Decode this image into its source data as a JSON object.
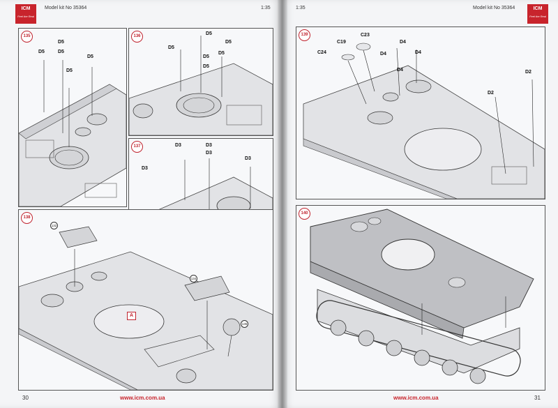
{
  "header": {
    "left_kit": "Model kit No 35364",
    "left_scale": "1:35",
    "right_scale": "1:35",
    "right_kit": "Model kit No 35364",
    "logo_text": "ICM",
    "logo_tagline": "Feel the Real"
  },
  "steps": {
    "s135": {
      "number": "135",
      "labels": [
        "D5",
        "D5",
        "D5",
        "D5",
        "D5"
      ]
    },
    "s136": {
      "number": "136",
      "labels": [
        "D5",
        "D5",
        "D5",
        "D5",
        "D5",
        "D5"
      ]
    },
    "s137": {
      "number": "137",
      "labels": [
        "D3",
        "D3",
        "D3",
        "D3",
        "D3"
      ]
    },
    "s138": {
      "number": "138",
      "callouts": [
        "132",
        "134",
        "135"
      ],
      "marker": "A"
    },
    "s139": {
      "number": "139",
      "labels": [
        "C23",
        "C19",
        "C24",
        "D4",
        "D4",
        "D4",
        "D4",
        "D2",
        "D2"
      ]
    },
    "s140": {
      "number": "140"
    }
  },
  "footer": {
    "left_url": "www.icm.com.ua",
    "left_page": "30",
    "right_url": "www.icm.com.ua",
    "right_page": "31"
  },
  "colors": {
    "accent": "#c0242f",
    "brand": "#c8242c"
  }
}
